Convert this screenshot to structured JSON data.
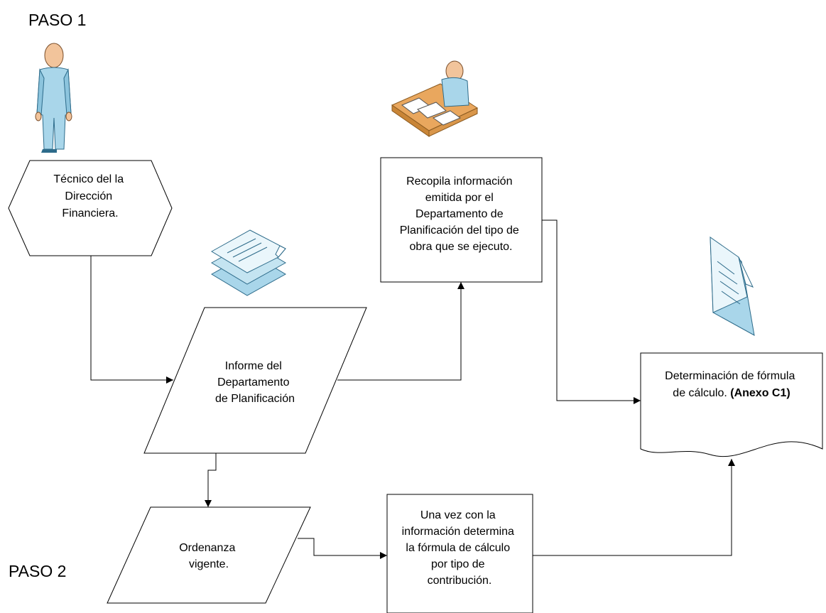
{
  "steps": {
    "step1": "PASO 1",
    "step2": "PASO 2"
  },
  "nodes": {
    "tecnico": {
      "lines": [
        "Técnico del la",
        "Dirección",
        "Financiera."
      ]
    },
    "informe": {
      "lines": [
        "Informe del",
        "Departamento",
        "de Planificación"
      ]
    },
    "recopila": {
      "lines": [
        "Recopila información",
        "emitida por el",
        "Departamento de",
        "Planificación del tipo de",
        "obra que se ejecuto."
      ]
    },
    "determinacion": {
      "line1": "Determinación de fórmula",
      "line2_prefix": "de cálculo. ",
      "line2_bold": "(Anexo C1)"
    },
    "ordenanza": {
      "lines": [
        "Ordenanza",
        "vigente."
      ]
    },
    "unavez": {
      "lines": [
        "Una vez con la",
        "información determina",
        "la fórmula de cálculo",
        "por tipo de",
        "contribución."
      ]
    }
  },
  "icons": {
    "person": "person-standing-icon",
    "worker": "person-at-desk-icon",
    "stack": "document-stack-icon",
    "document": "document-icon"
  },
  "colors": {
    "icon_fill": "#a9d6ea",
    "icon_stroke": "#2d6b8a",
    "skin": "#f2c49b",
    "desk": "#e9a75e"
  }
}
